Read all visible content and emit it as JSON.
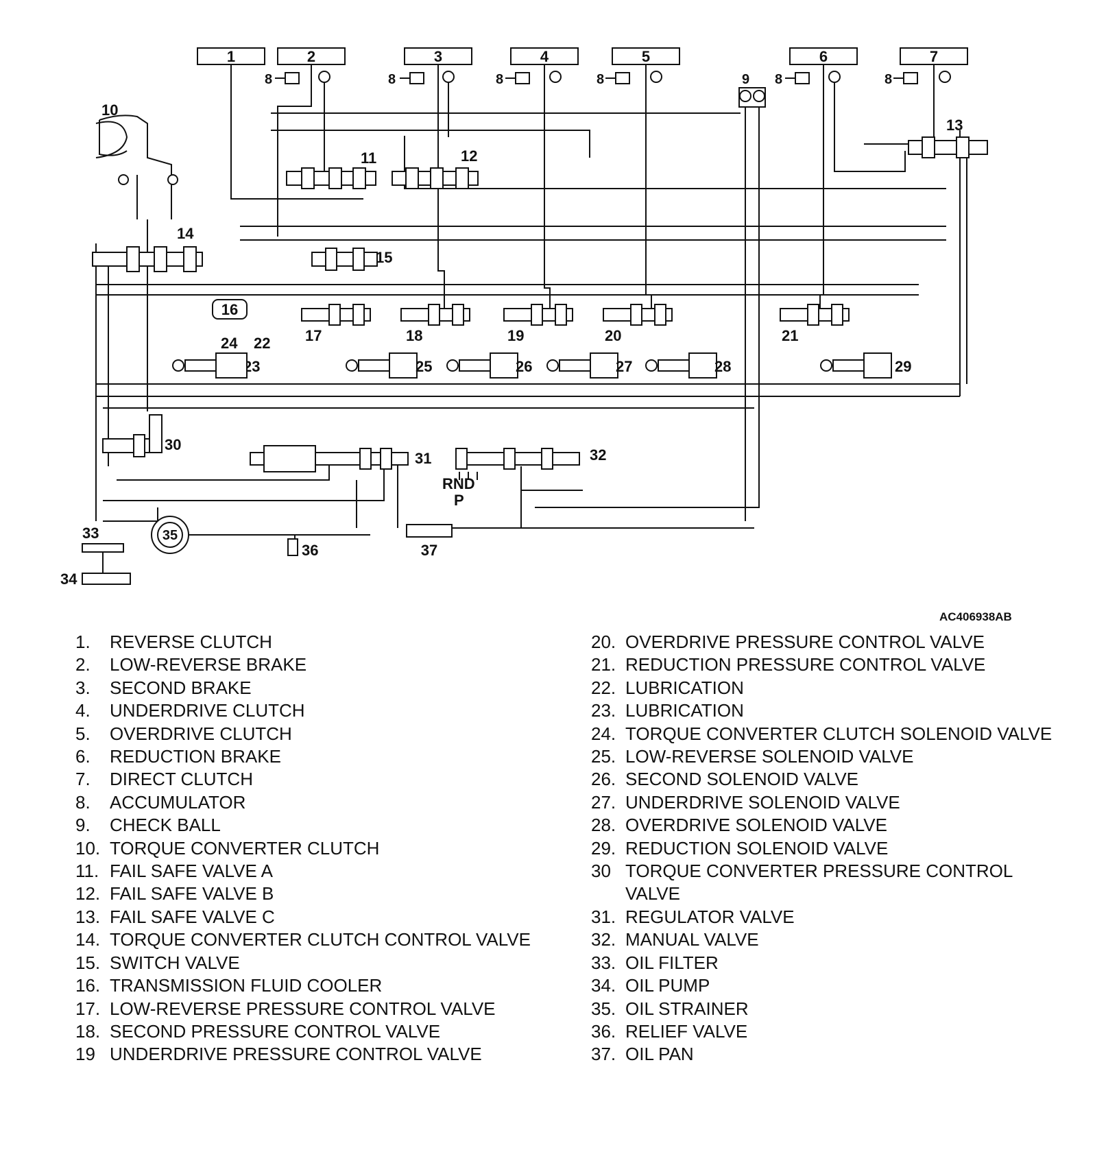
{
  "figure_code": "AC406938AB",
  "diagram_labels": {
    "top": [
      "1",
      "2",
      "3",
      "4",
      "5",
      "6",
      "7"
    ],
    "accumulator": "8",
    "check_ball": "9",
    "tcc": "10",
    "fs_a": "11",
    "fs_b": "12",
    "fs_c": "13",
    "tcc_ctrl": "14",
    "switch": "15",
    "cooler": "16",
    "pcv": [
      "17",
      "18",
      "19",
      "20",
      "21"
    ],
    "lub_22": "22",
    "lub_23": "23",
    "tcc_sol": "24",
    "sol": [
      "25",
      "26",
      "27",
      "28",
      "29"
    ],
    "tc_pcv": "30",
    "regulator": "31",
    "manual": "32",
    "filter": "33",
    "pump": "34",
    "strainer": "35",
    "relief": "36",
    "pan": "37",
    "rnd": "RND",
    "p": "P"
  },
  "legend_left": [
    {
      "n": "1.",
      "t": "REVERSE CLUTCH"
    },
    {
      "n": "2.",
      "t": "LOW-REVERSE BRAKE"
    },
    {
      "n": "3.",
      "t": "SECOND BRAKE"
    },
    {
      "n": "4.",
      "t": "UNDERDRIVE CLUTCH"
    },
    {
      "n": "5.",
      "t": "OVERDRIVE CLUTCH"
    },
    {
      "n": "6.",
      "t": "REDUCTION BRAKE"
    },
    {
      "n": "7.",
      "t": "DIRECT CLUTCH"
    },
    {
      "n": "8.",
      "t": "ACCUMULATOR"
    },
    {
      "n": "9.",
      "t": "CHECK BALL"
    },
    {
      "n": "10.",
      "t": "TORQUE CONVERTER CLUTCH"
    },
    {
      "n": "11.",
      "t": "FAIL SAFE VALVE A"
    },
    {
      "n": "12.",
      "t": "FAIL SAFE VALVE B"
    },
    {
      "n": "13.",
      "t": "FAIL SAFE VALVE C"
    },
    {
      "n": "14.",
      "t": "TORQUE CONVERTER CLUTCH CONTROL VALVE"
    },
    {
      "n": "15.",
      "t": "SWITCH VALVE"
    },
    {
      "n": "16.",
      "t": "TRANSMISSION FLUID COOLER"
    },
    {
      "n": "17.",
      "t": "LOW-REVERSE PRESSURE CONTROL VALVE"
    },
    {
      "n": "18.",
      "t": "SECOND PRESSURE CONTROL VALVE"
    },
    {
      "n": "19",
      "t": "UNDERDRIVE PRESSURE CONTROL VALVE"
    }
  ],
  "legend_right": [
    {
      "n": "20.",
      "t": "OVERDRIVE PRESSURE CONTROL VALVE"
    },
    {
      "n": "21.",
      "t": "REDUCTION PRESSURE CONTROL VALVE"
    },
    {
      "n": "22.",
      "t": "LUBRICATION"
    },
    {
      "n": "23.",
      "t": "LUBRICATION"
    },
    {
      "n": "24.",
      "t": "TORQUE CONVERTER CLUTCH SOLENOID VALVE"
    },
    {
      "n": "25.",
      "t": "LOW-REVERSE SOLENOID VALVE"
    },
    {
      "n": "26.",
      "t": "SECOND SOLENOID VALVE"
    },
    {
      "n": "27.",
      "t": "UNDERDRIVE SOLENOID VALVE"
    },
    {
      "n": "28.",
      "t": "OVERDRIVE SOLENOID VALVE"
    },
    {
      "n": "29.",
      "t": "REDUCTION SOLENOID VALVE"
    },
    {
      "n": "30",
      "t": "TORQUE CONVERTER PRESSURE CONTROL VALVE"
    },
    {
      "n": "31.",
      "t": "REGULATOR VALVE"
    },
    {
      "n": "32.",
      "t": "MANUAL VALVE"
    },
    {
      "n": "33.",
      "t": "OIL FILTER"
    },
    {
      "n": "34.",
      "t": "OIL PUMP"
    },
    {
      "n": "35.",
      "t": "OIL STRAINER"
    },
    {
      "n": "36.",
      "t": "RELIEF VALVE"
    },
    {
      "n": "37.",
      "t": "OIL PAN"
    }
  ]
}
